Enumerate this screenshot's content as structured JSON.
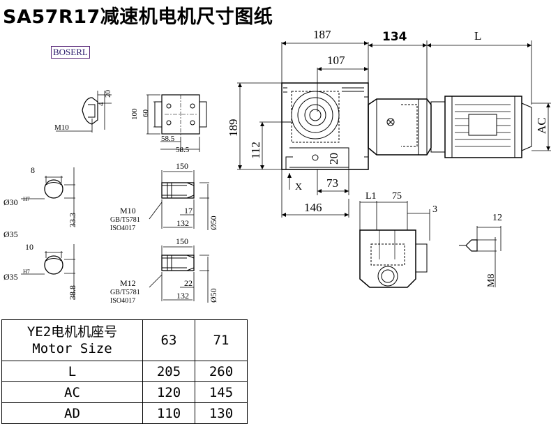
{
  "title": "SA57R17减速机电机尺寸图纸",
  "brand": "BOSERL",
  "dims": {
    "d187": "187",
    "d134": "134",
    "dL": "L",
    "d107": "107",
    "d189": "189",
    "d112": "112",
    "d20": "20",
    "d73": "73",
    "d146": "146",
    "dAC": "AC",
    "dX": "X",
    "dL1": "L1",
    "d75": "75",
    "d3": "3",
    "d12": "12",
    "dM8": "M8",
    "k20": "20",
    "k4": "4",
    "kM10": "M10",
    "t100": "100",
    "t60": "60",
    "t585a": "58.5",
    "t585b": "58.5",
    "a8": "8",
    "aO30": "Ø30",
    "aH7a": "H7",
    "a333": "33.3",
    "s150a": "150",
    "sM10": "M10",
    "sGBa": "GB/T5781",
    "sISOa": "ISO4017",
    "s17": "17",
    "s132a": "132",
    "sO50a": "Ø50",
    "bO35": "Ø35",
    "a10": "10",
    "aO35b": "Ø35",
    "aH7b": "H7",
    "a388": "38.8",
    "s150b": "150",
    "sM12": "M12",
    "sGBb": "GB/T5781",
    "sISOb": "ISO4017",
    "s22": "22",
    "s132b": "132",
    "sO50b": "Ø50"
  },
  "table": {
    "header_line1": "YE2电机机座号",
    "header_line2": "Motor Size",
    "sizes": [
      "63",
      "71"
    ],
    "rows": [
      {
        "label": "L",
        "values": [
          "205",
          "260"
        ]
      },
      {
        "label": "AC",
        "values": [
          "120",
          "145"
        ]
      },
      {
        "label": "AD",
        "values": [
          "110",
          "130"
        ]
      }
    ]
  }
}
